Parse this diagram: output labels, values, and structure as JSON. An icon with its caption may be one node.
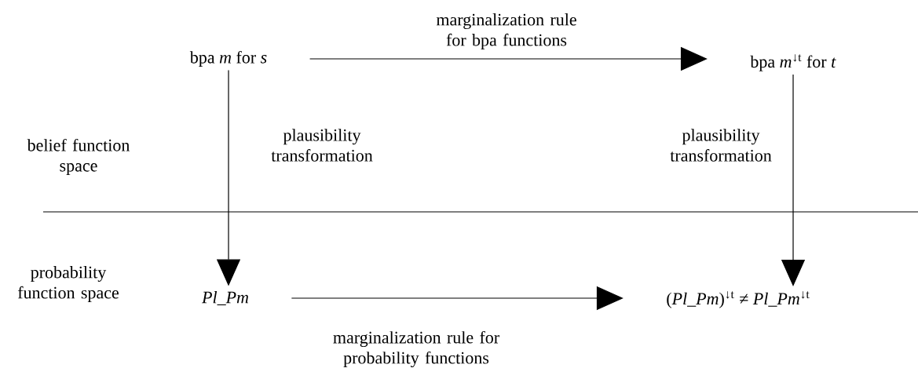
{
  "diagram": {
    "nodes": [
      {
        "text": [
          "bpa *m* for *s*"
        ]
      },
      {
        "text": [
          "bpa *m*$^{↓t}$ for *t*"
        ]
      },
      {
        "text": [
          "*Pl_Pm*"
        ]
      },
      {
        "text": [
          "(*Pl_Pm*)$^{↓t}$ ≠ *Pl_Pm*$^{↓t}$"
        ]
      }
    ],
    "edges": [
      {
        "from": 0,
        "to": 1,
        "arrow": "to",
        "label": "marginalization rule for bpa functions"
      },
      {
        "from": 0,
        "to": 2,
        "arrow": "to",
        "label": "plausibility transformation"
      },
      {
        "from": 1,
        "to": 3,
        "arrow": "to",
        "label": "plausibility transformation"
      },
      {
        "from": 2,
        "to": 3,
        "arrow": "to",
        "label": "marginalization rule for probability functions"
      }
    ],
    "labels": [
      "belief function space",
      "probability function space"
    ]
  }
}
